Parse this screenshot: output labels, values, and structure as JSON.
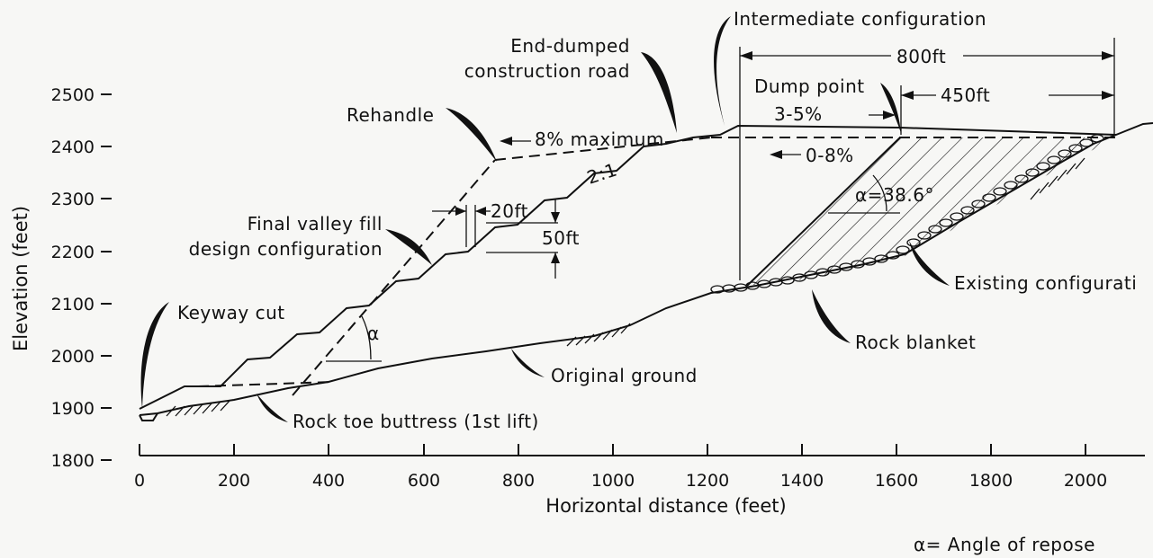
{
  "axes": {
    "y_label": "Elevation (feet)",
    "x_label": "Horizontal distance (feet)",
    "y_ticks": [
      "2500",
      "2400",
      "2300",
      "2200",
      "2100",
      "2000",
      "1900",
      "1800"
    ],
    "x_ticks": [
      "0",
      "200",
      "400",
      "600",
      "800",
      "1000",
      "1200",
      "1400",
      "1600",
      "1800",
      "2000"
    ]
  },
  "labels": {
    "intermediate": "Intermediate configuration",
    "end_dumped_1": "End-dumped",
    "end_dumped_2": "construction road",
    "rehandle": "Rehandle",
    "max_grade": "8% maximum",
    "slope_ratio": "2:1",
    "bench_width": "20ft",
    "bench_height": "50ft",
    "final_fill_1": "Final valley fill",
    "final_fill_2": "design configuration",
    "keyway": "Keyway cut",
    "toe_buttress": "Rock toe buttress (1st lift)",
    "original_ground": "Original ground",
    "rock_blanket": "Rock blanket",
    "existing": "Existing configurati",
    "dump_point": "Dump point",
    "grade_3_5": "3-5%",
    "grade_0_8": "0-8%",
    "alpha_value": "α=38.6°",
    "alpha": "α",
    "dim_800": "800ft",
    "dim_450": "450ft",
    "footnote": "α= Angle of repose"
  }
}
